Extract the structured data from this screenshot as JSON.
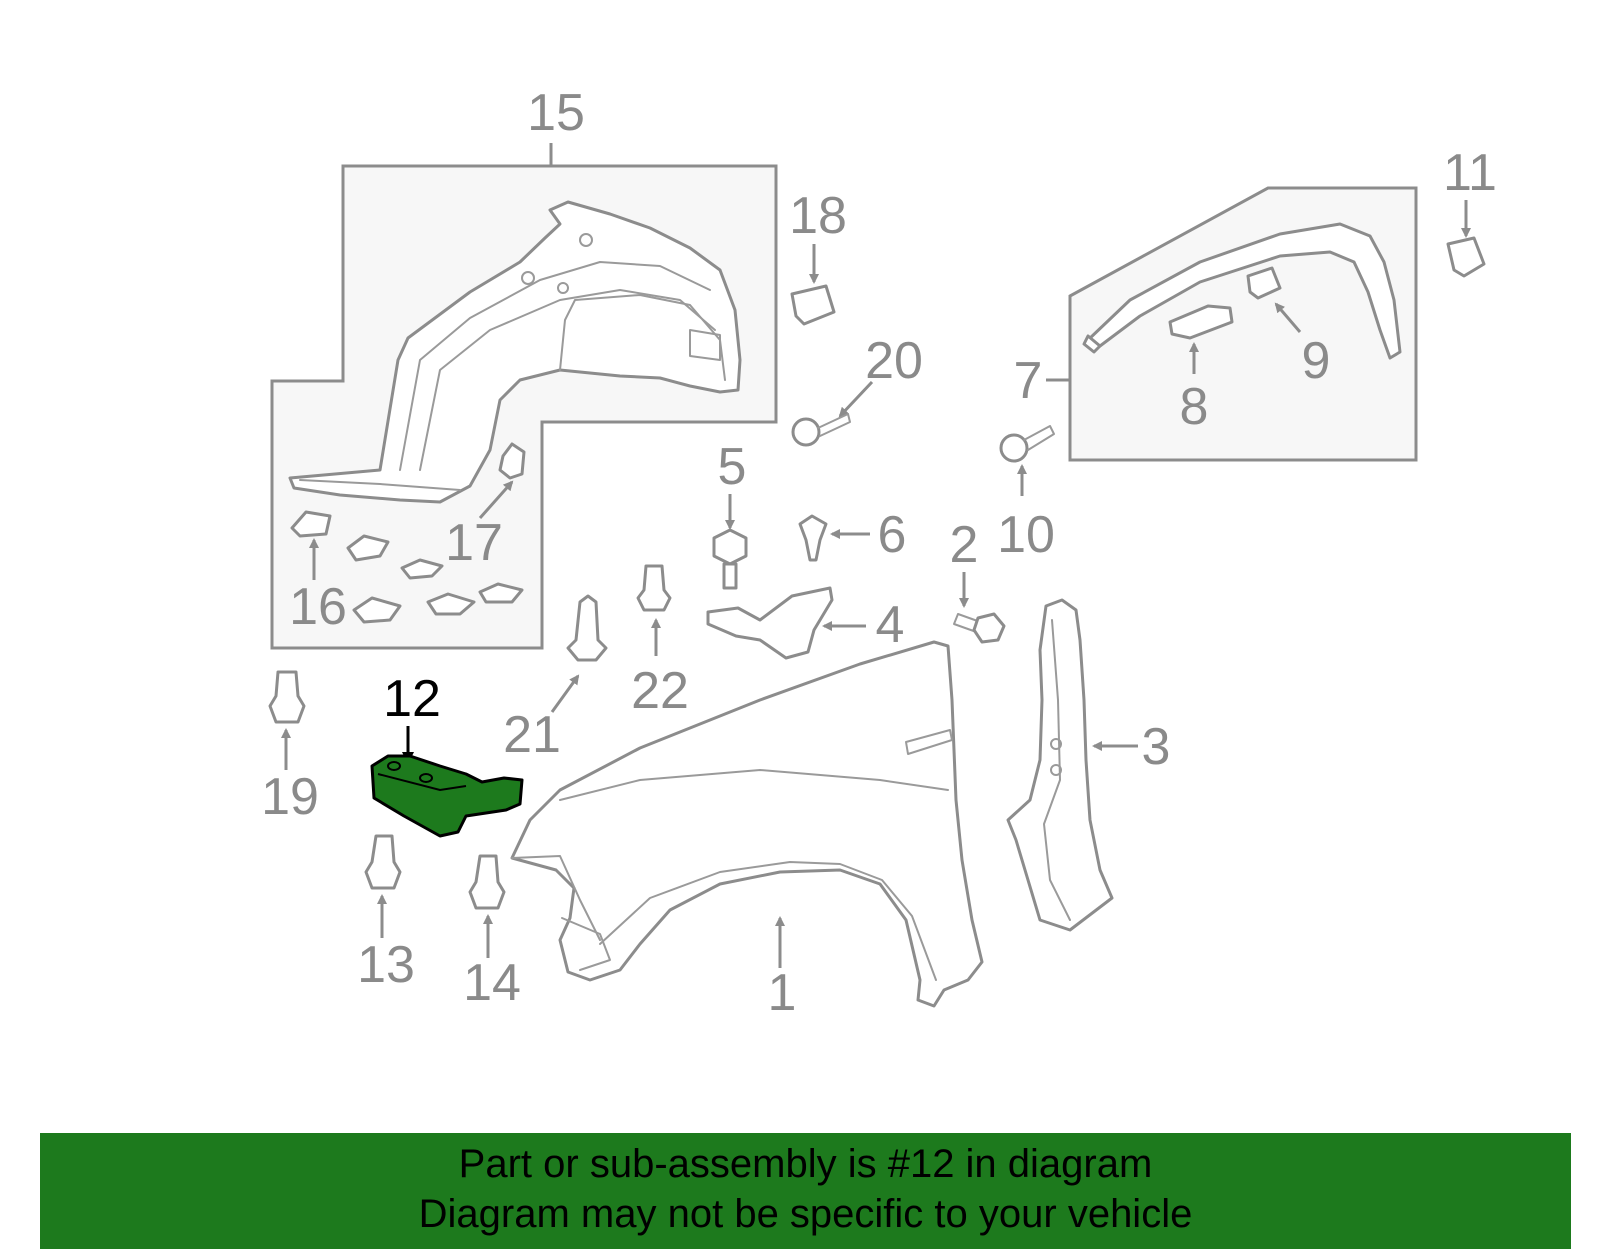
{
  "diagram": {
    "highlight_color": "#1d7a1d",
    "labels": {
      "p1": "1",
      "p2": "2",
      "p3": "3",
      "p4": "4",
      "p5": "5",
      "p6": "6",
      "p7": "7",
      "p8": "8",
      "p9": "9",
      "p10": "10",
      "p11": "11",
      "p12": "12",
      "p13": "13",
      "p14": "14",
      "p15": "15",
      "p16": "16",
      "p17": "17",
      "p18": "18",
      "p19": "19",
      "p20": "20",
      "p21": "21",
      "p22": "22"
    }
  },
  "banner": {
    "line1": "Part or sub-assembly is #12 in diagram",
    "line2": "Diagram may not be specific to your vehicle",
    "background": "#1d7a1d"
  }
}
